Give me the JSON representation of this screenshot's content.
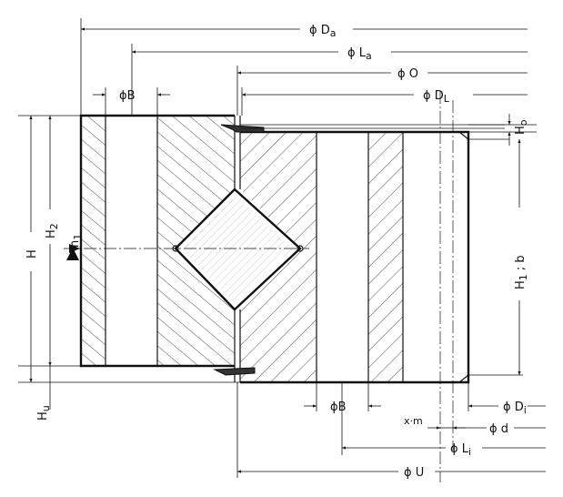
{
  "labels": {
    "Da": "ϕ D",
    "Da_sub": "a",
    "La": "ϕ L",
    "La_sub": "a",
    "O": "ϕ O",
    "DL": "ϕ D",
    "DL_sub": "L",
    "B_top": "ϕB",
    "B_bottom": "ϕB",
    "Ho": "H",
    "Ho_sub": "o",
    "H": "H",
    "H2": "H",
    "H2_sub": "2",
    "n1": "n",
    "n1_sub": "1",
    "H1b": "H",
    "H1b_sub": "1",
    "H1b_rest": " ; b",
    "Hu": "H",
    "Hu_sub": "u",
    "Di": "ϕ D",
    "Di_sub": "i",
    "xm": "x·m",
    "d": "ϕ d",
    "Li": "ϕ L",
    "Li_sub": "i",
    "U": "ϕ U"
  }
}
